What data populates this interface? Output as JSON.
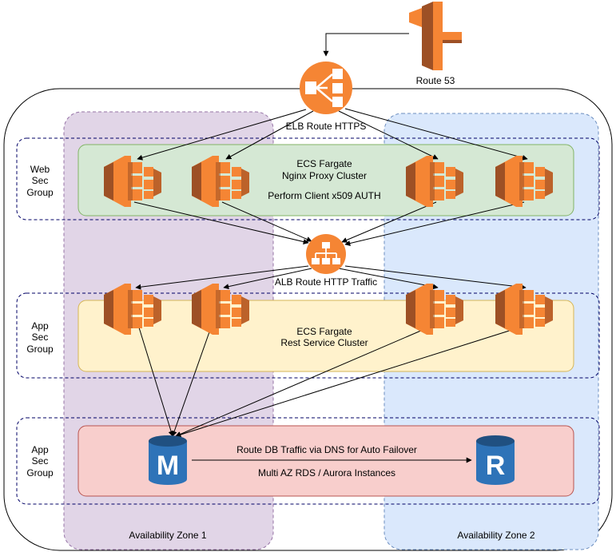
{
  "route53": {
    "label": "Route 53",
    "icon": "route53-icon"
  },
  "elb": {
    "label": "ELB Route HTTPS",
    "icon": "elb-icon"
  },
  "alb": {
    "label": "ALB Route HTTP Traffic",
    "icon": "alb-icon"
  },
  "web_group": {
    "label_lines": [
      "Web",
      "Sec",
      "Group"
    ],
    "cluster_lines": [
      "ECS Fargate",
      "Nginx Proxy Cluster"
    ],
    "auth_label": "Perform Client x509 AUTH"
  },
  "app_group": {
    "label_lines": [
      "App",
      "Sec",
      "Group"
    ],
    "cluster_lines": [
      "ECS Fargate",
      "Rest Service Cluster"
    ]
  },
  "db_group": {
    "label_lines": [
      "App",
      "Sec",
      "Group"
    ],
    "route_label": "Route DB Traffic via DNS for Auto Failover",
    "instances_label": "Multi AZ RDS / Aurora Instances",
    "master_letter": "M",
    "replica_letter": "R"
  },
  "zones": {
    "zone1": "Availability Zone 1",
    "zone2": "Availability Zone 2"
  },
  "colors": {
    "aws_orange": "#F58534",
    "aws_orange_dark": "#9D5025",
    "rds_blue": "#2E73B8",
    "zone1_fill": "#E1D5E7",
    "zone2_fill": "#DAE8FC",
    "web_fill": "#D5E8D4",
    "app_fill": "#FFF2CC",
    "db_fill": "#F8CECC"
  }
}
